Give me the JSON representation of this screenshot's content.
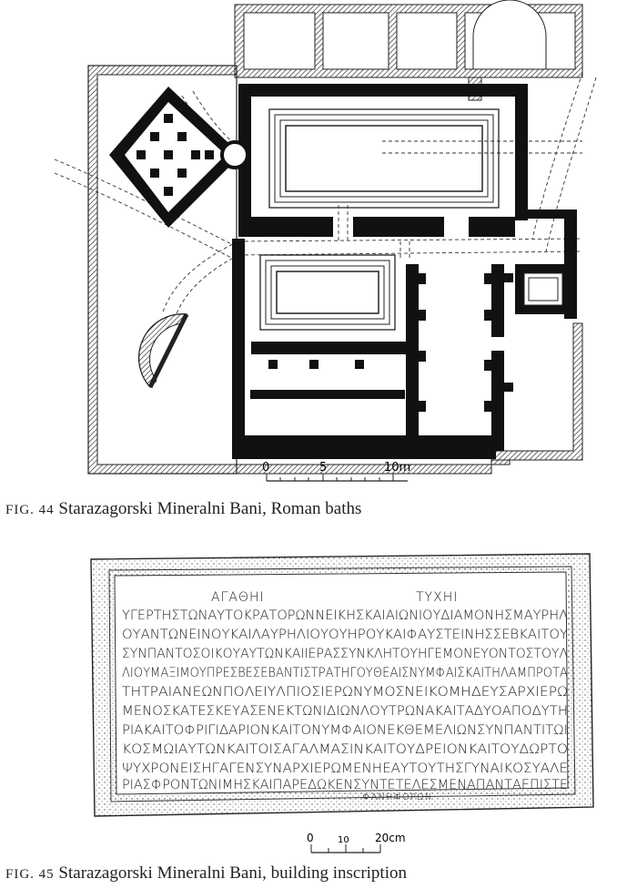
{
  "fig44": {
    "caption_prefix": "FIG. 44",
    "caption_text": "Starazagorski Mineralni Bani, Roman baths",
    "scale_labels": [
      "0",
      "5",
      "10m"
    ]
  },
  "fig45": {
    "caption_prefix": "FIG. 45",
    "caption_text": "Starazagorski Mineralni Bani, building inscription",
    "scale_labels": [
      "0",
      "10",
      "20cm"
    ],
    "heading_left": "ΑΓΑΘΗΙ",
    "heading_right": "ΤΥΧΗΙ",
    "lines": [
      "ΥΓΕΡΤΗΣΤΩΝΑΥΤΟΚΡΑΤΟΡΩΝΝΕΙΚΗΣΚΑΙΑΙΩΝΙΟΥΔΙΑΜΟΝΗΣΜΑΥΡΗΛ",
      "ΟΥΑΝΤΩΝΕΙΝΟΥΚΑΙΛΑΥΡΗΛΙΟΥΟΥΗΡΟΥΚΑΙΦΑΥΣΤΕΙΝΗΣΣΕΒΚΑΙΤΟΥ",
      "ΣΥΝΠΑΝΤΟΣΟΙΚΟΥΑΥΤΩΝΚΑΙΙΕΡΑΣΣΥΝΚΛΗΤΟΥΗΓΕΜΟΝΕΥΟΝΤΟΣΤΟΥΛ",
      "ΛΙΟΥΜΑΞΙΜΟΥΠΡΕΣΒΕΣΕΒΑΝΤΙΣΤΡΑΤΗΓΟΥΘΕΑΙΣΝΥΜΦΑΙΣΚΑΙΤΗΛΑΜΠΡΟΤΑ",
      "ΤΗΤΡΑΙΑΝΕΩΝΠΟΛΕΙΥΛΠΙΟΣΙΕΡΩΝΥΜΟΣΝΕΙΚΟΜΗΔΕΥΣΑΡΧΙΕΡΩ",
      "ΜΕΝΟΣΚΑΤΕΣΚΕΥΑΣΕΝΕΚΤΩΝΙΔΙΩΝΛΟΥΤΡΩΝΑΚΑΙΤΑΔΥΟΑΠΟΔΥΤΗ",
      "ΡΙΑΚΑΙΤΟΦΡΙΓΙΔΑΡΙΟΝΚΑΙΤΟΝΥΜΦΑΙΟΝΕΚΘΕΜΕΛΙΩΝΣΥΝΠΑΝΤΙΤΩΙ",
      "ΚΟΣΜΩΙΑΥΤΩΝΚΑΙΤΟΙΣΑΓΑΛΜΑΣΙΝΚΑΙΤΟΥΔΡΕΙΟΝΚΑΙΤΟΥΔΩΡΤΟ",
      "ΨΥΧΡΟΝΕΙΣΗΓΑΓΕΝΣΥΝΑΡΧΙΕΡΩΜΕΝΗΕΑΥΤΟΥΤΗΣΓΥΝΑΙΚΟΣΥΑΛΕ",
      "ΡΙΑΣΦΡΟΝΤΩΝΙΜΗΣΚΑΙΠΑΡΕΔΩΚΕΝΣΥΝΤΕΤΕΛΕΣΜΕΝΑΠΑΝΤΑΕΠΙΣΤΕ"
    ],
    "last_line_extra": "ΦΑΝΗΦΟΡΩΝ"
  }
}
